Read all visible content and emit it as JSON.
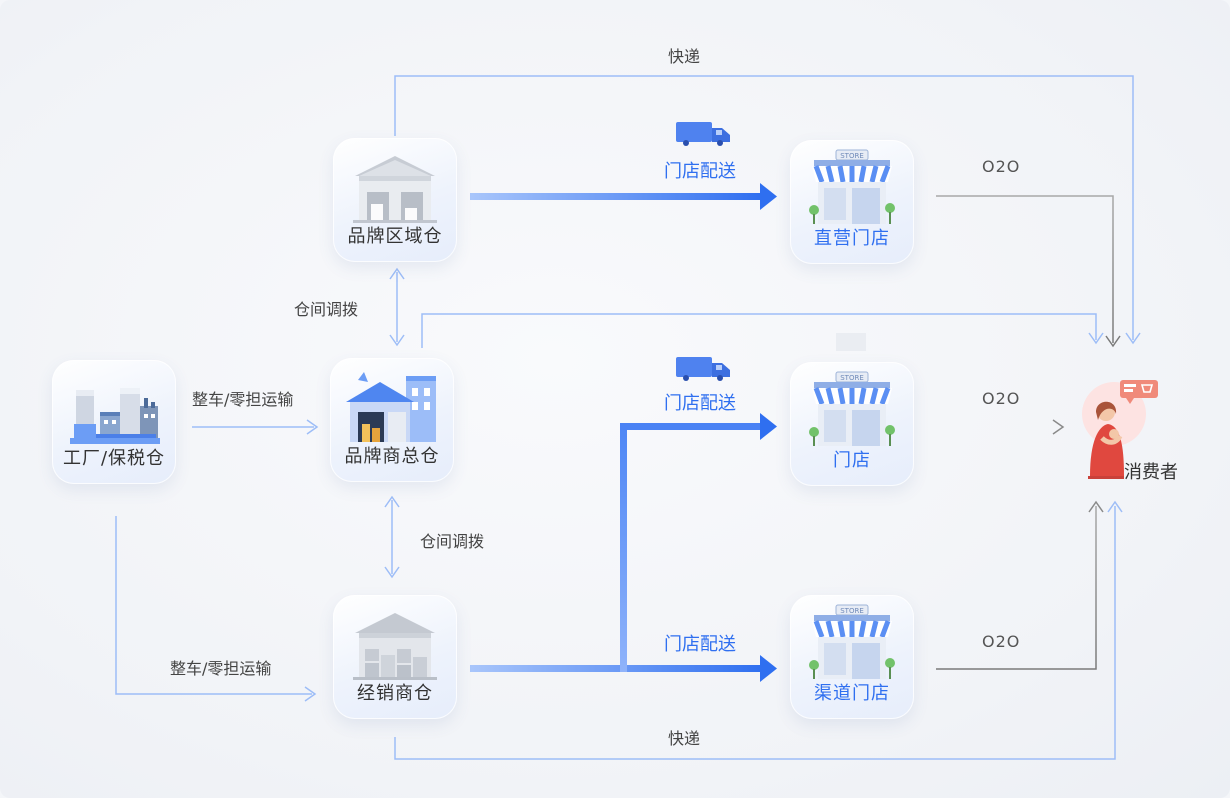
{
  "nodes": {
    "factory": "工厂/保税仓",
    "brand_regional_wh": "品牌区域仓",
    "brand_main_wh": "品牌商总仓",
    "distributor_wh": "经销商仓",
    "direct_store": "直营门店",
    "store": "门店",
    "channel_store": "渠道门店",
    "consumer": "消费者"
  },
  "edges": {
    "express_top": "快递",
    "express_bottom": "快递",
    "store_delivery_1": "门店配送",
    "store_delivery_2": "门店配送",
    "store_delivery_3": "门店配送",
    "transfer_1": "仓间调拨",
    "transfer_2": "仓间调拨",
    "ftl_ltl_1": "整车/零担运输",
    "ftl_ltl_2": "整车/零担运输",
    "o2o_1": "O2O",
    "o2o_2": "O2O",
    "o2o_3": "O2O"
  },
  "store_sign": "STORE",
  "colors": {
    "line_light": "#9dbdf7",
    "line_strong": "#2f6ff0",
    "line_gray": "#9a9a9a",
    "label_blue": "#2f6ff0"
  },
  "icons": [
    "warehouse-icon",
    "factory-icon",
    "store-icon",
    "truck-icon",
    "consumer-icon"
  ]
}
